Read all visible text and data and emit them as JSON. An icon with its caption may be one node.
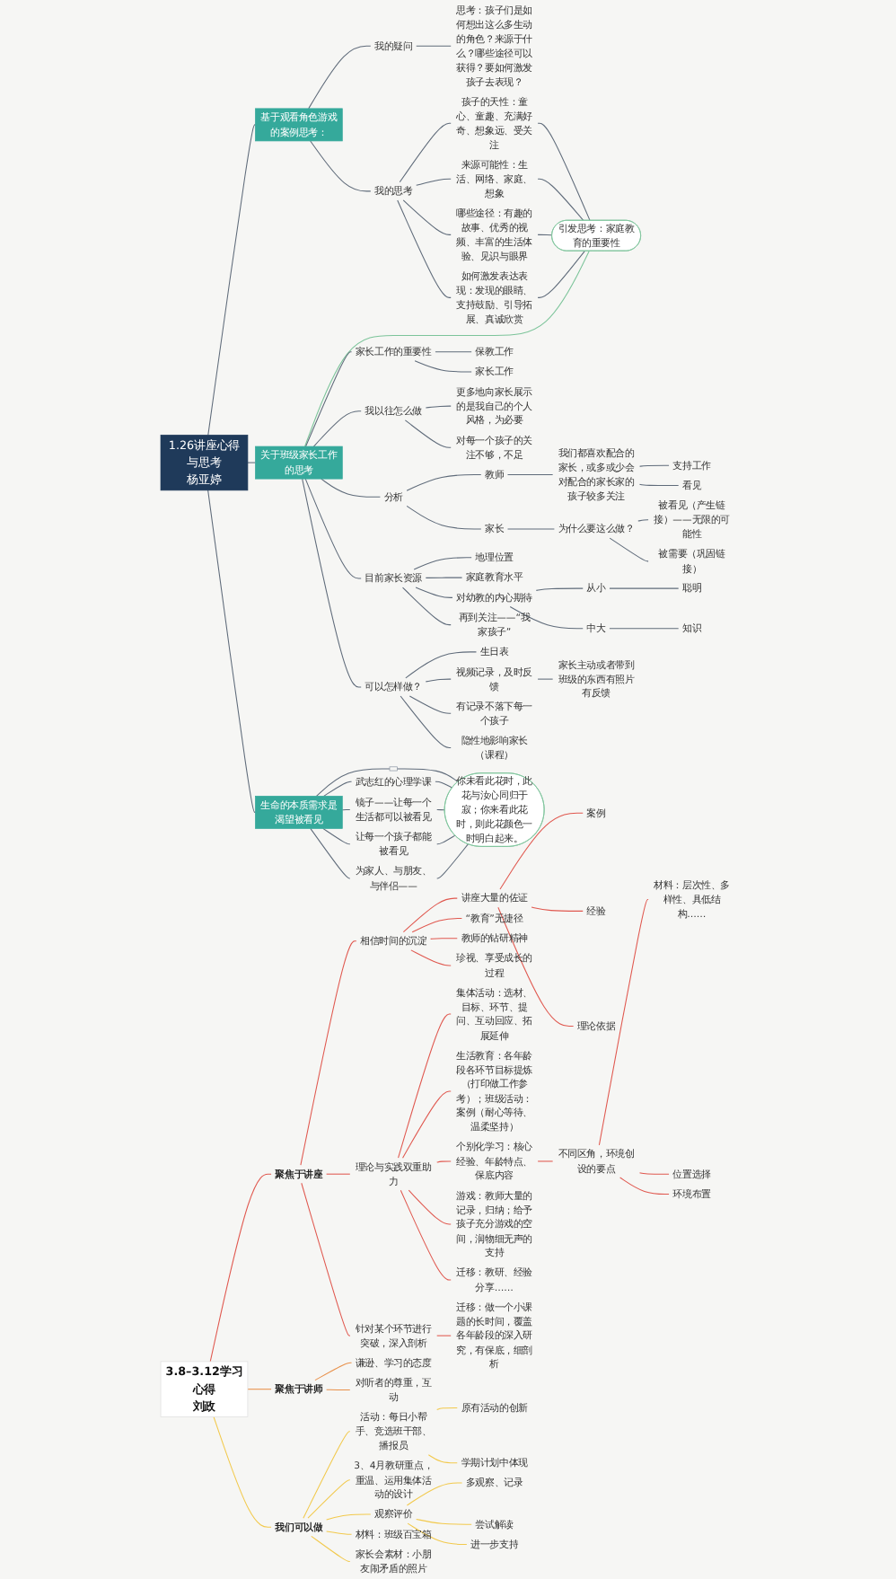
{
  "diagram": {
    "nodes": [
      {
        "text": [
          "1.26讲座心得与思考",
          "杨亚婷"
        ]
      },
      {
        "text": [
          "基于观看角色游戏的案例思考："
        ]
      },
      {
        "text": [
          "我的疑问"
        ]
      },
      {
        "text": [
          "思考：孩子们是如何想出这么多生动的角色？来源于什么？哪些途径可以获得？要如何激发孩子去表现？"
        ]
      },
      {
        "text": [
          "我的思考"
        ]
      },
      {
        "text": [
          "孩子的天性：童心、童趣、充满好奇、想象远、受关注"
        ]
      },
      {
        "text": [
          "来源可能性：生活、网络、家庭、想象"
        ]
      },
      {
        "text": [
          "哪些途径：有趣的故事、优秀的视频、丰富的生活体验、见识与眼界"
        ]
      },
      {
        "text": [
          "如何激发表达表现：发现的眼睛、支持鼓励、引导拓展、真诚欣赏"
        ]
      },
      {
        "text": [
          "引发思考：家庭教育的重要性"
        ]
      },
      {
        "text": [
          "关于班级家长工作的思考"
        ]
      },
      {
        "text": [
          "家长工作的重要性"
        ]
      },
      {
        "text": [
          "保教工作"
        ]
      },
      {
        "text": [
          "家长工作"
        ]
      },
      {
        "text": [
          "我以往怎么做"
        ]
      },
      {
        "text": [
          "更多地向家长展示的是我自己的个人风格，为必要"
        ]
      },
      {
        "text": [
          "对每一个孩子的关注不够，不足"
        ]
      },
      {
        "text": [
          "分析"
        ]
      },
      {
        "text": [
          "教师"
        ]
      },
      {
        "text": [
          "我们都喜欢配合的家长，或多或少会对配合的家长家的孩子较多关注"
        ]
      },
      {
        "text": [
          "支持工作"
        ]
      },
      {
        "text": [
          "看见"
        ]
      },
      {
        "text": [
          "家长"
        ]
      },
      {
        "text": [
          "为什么要这么做？"
        ]
      },
      {
        "text": [
          "被看见（产生链接）——无限的可能性"
        ]
      },
      {
        "text": [
          "被需要（巩固链接）"
        ]
      },
      {
        "text": [
          "目前家长资源"
        ]
      },
      {
        "text": [
          "地理位置"
        ]
      },
      {
        "text": [
          "家庭教育水平"
        ]
      },
      {
        "text": [
          "对幼教的内心期待"
        ]
      },
      {
        "text": [
          "从小"
        ]
      },
      {
        "text": [
          "聪明"
        ]
      },
      {
        "text": [
          "中大"
        ]
      },
      {
        "text": [
          "知识"
        ]
      },
      {
        "text": [
          "再到关注——“我家孩子”"
        ]
      },
      {
        "text": [
          "可以怎样做？"
        ]
      },
      {
        "text": [
          "生日表"
        ]
      },
      {
        "text": [
          "视频记录，及时反馈"
        ]
      },
      {
        "text": [
          "家长主动或者带到班级的东西有照片有反馈"
        ]
      },
      {
        "text": [
          "有记录不落下每一个孩子"
        ]
      },
      {
        "text": [
          "隐性地影响家长（课程）"
        ]
      },
      {
        "text": [
          "生命的本质需求是渴望被看见"
        ]
      },
      {
        "text": [],
        "shape": "box"
      },
      {
        "text": [
          "武志红的心理学课"
        ]
      },
      {
        "text": [
          "镜子——让每一个生活都可以被看见"
        ]
      },
      {
        "text": [
          "让每一个孩子都能被看见"
        ]
      },
      {
        "text": [
          "为家人、与朋友、与伴侣——"
        ]
      },
      {
        "text": [
          "你未看此花时，此花与汝心同归于寂；你来看此花时，则此花颜色一时明白起来。"
        ]
      },
      {
        "text": [
          "3.8–3.12学习心得",
          "刘政"
        ]
      },
      {
        "text": [
          "聚焦于讲座"
        ]
      },
      {
        "text": [
          "相信时间的沉淀"
        ]
      },
      {
        "text": [
          "讲座大量的佐证"
        ]
      },
      {
        "text": [
          "案例"
        ]
      },
      {
        "text": [
          "经验"
        ]
      },
      {
        "text": [
          "理论依据"
        ]
      },
      {
        "text": [
          "“教育”无捷径"
        ]
      },
      {
        "text": [
          "教师的钻研精神"
        ]
      },
      {
        "text": [
          "珍视、享受成长的过程"
        ]
      },
      {
        "text": [
          "理论与实践双重助力"
        ]
      },
      {
        "text": [
          "集体活动：选材、目标、环节、提问、互动回应、拓展延伸"
        ]
      },
      {
        "text": [
          "生活教育：各年龄段各环节目标提炼（打印做工作参考）；班级活动：案例（耐心等待、温柔坚持）"
        ]
      },
      {
        "text": [
          "个别化学习：核心经验、年龄特点、保底内容"
        ]
      },
      {
        "text": [
          "不同区角，环境创设的要点"
        ]
      },
      {
        "text": [
          "材料：层次性、多样性、具低结构……"
        ]
      },
      {
        "text": [
          "位置选择"
        ]
      },
      {
        "text": [
          "环境布置"
        ]
      },
      {
        "text": [
          "游戏：教师大量的记录，归纳；给予孩子充分游戏的空间，润物细无声的支持"
        ]
      },
      {
        "text": [
          "迁移：教研、经验分享……"
        ]
      },
      {
        "text": [
          "针对某个环节进行突破，深入剖析"
        ]
      },
      {
        "text": [
          "迁移：做一个小课题的长时间，覆盖各年龄段的深入研究，有保底，细剖析"
        ]
      },
      {
        "text": [
          "聚焦于讲师"
        ]
      },
      {
        "text": [
          "谦逊、学习的态度"
        ]
      },
      {
        "text": [
          "对听者的尊重，互动"
        ]
      },
      {
        "text": [
          "我们可以做"
        ]
      },
      {
        "text": [
          "活动：每日小帮手、竞选班干部、播报员"
        ]
      },
      {
        "text": [
          "原有活动的创新"
        ]
      },
      {
        "text": [
          "学期计划中体现"
        ]
      },
      {
        "text": [
          "3、4月教研重点，重温、运用集体活动的设计"
        ]
      },
      {
        "text": [
          "观察评价"
        ]
      },
      {
        "text": [
          "多观察、记录"
        ]
      },
      {
        "text": [
          "尝试解读"
        ]
      },
      {
        "text": [
          "进一步支持"
        ]
      },
      {
        "text": [
          "材料：班级百宝箱"
        ]
      },
      {
        "text": [
          "家长会素材：小朋友闹矛盾的照片"
        ]
      }
    ],
    "edges": [
      {
        "from": 0,
        "to": 1,
        "arrow": "none"
      },
      {
        "from": 1,
        "to": 2,
        "arrow": "none"
      },
      {
        "from": 2,
        "to": 3,
        "arrow": "none"
      },
      {
        "from": 1,
        "to": 4,
        "arrow": "none"
      },
      {
        "from": 4,
        "to": 5,
        "arrow": "none"
      },
      {
        "from": 4,
        "to": 6,
        "arrow": "none"
      },
      {
        "from": 4,
        "to": 7,
        "arrow": "none"
      },
      {
        "from": 4,
        "to": 8,
        "arrow": "none"
      },
      {
        "from": 5,
        "to": 9,
        "arrow": "none"
      },
      {
        "from": 6,
        "to": 9,
        "arrow": "none"
      },
      {
        "from": 7,
        "to": 9,
        "arrow": "none"
      },
      {
        "from": 8,
        "to": 9,
        "arrow": "none"
      },
      {
        "from": 0,
        "to": 10,
        "arrow": "none"
      },
      {
        "from": 10,
        "to": 9,
        "arrow": "none",
        "color": "#7cc49a"
      },
      {
        "from": 10,
        "to": 11,
        "arrow": "none"
      },
      {
        "from": 11,
        "to": 12,
        "arrow": "none"
      },
      {
        "from": 11,
        "to": 13,
        "arrow": "none"
      },
      {
        "from": 10,
        "to": 14,
        "arrow": "none"
      },
      {
        "from": 14,
        "to": 15,
        "arrow": "none"
      },
      {
        "from": 14,
        "to": 16,
        "arrow": "none"
      },
      {
        "from": 10,
        "to": 17,
        "arrow": "none"
      },
      {
        "from": 17,
        "to": 18,
        "arrow": "none"
      },
      {
        "from": 18,
        "to": 19,
        "arrow": "none"
      },
      {
        "from": 19,
        "to": 20,
        "arrow": "none"
      },
      {
        "from": 19,
        "to": 21,
        "arrow": "none"
      },
      {
        "from": 17,
        "to": 22,
        "arrow": "none"
      },
      {
        "from": 22,
        "to": 23,
        "arrow": "none"
      },
      {
        "from": 23,
        "to": 24,
        "arrow": "none"
      },
      {
        "from": 23,
        "to": 25,
        "arrow": "none"
      },
      {
        "from": 10,
        "to": 26,
        "arrow": "none"
      },
      {
        "from": 26,
        "to": 27,
        "arrow": "none"
      },
      {
        "from": 26,
        "to": 28,
        "arrow": "none"
      },
      {
        "from": 26,
        "to": 29,
        "arrow": "none"
      },
      {
        "from": 29,
        "to": 30,
        "arrow": "none"
      },
      {
        "from": 30,
        "to": 31,
        "arrow": "none"
      },
      {
        "from": 29,
        "to": 32,
        "arrow": "none"
      },
      {
        "from": 32,
        "to": 33,
        "arrow": "none"
      },
      {
        "from": 26,
        "to": 34,
        "arrow": "none"
      },
      {
        "from": 10,
        "to": 35,
        "arrow": "none"
      },
      {
        "from": 35,
        "to": 36,
        "arrow": "none"
      },
      {
        "from": 35,
        "to": 37,
        "arrow": "none"
      },
      {
        "from": 37,
        "to": 38,
        "arrow": "none"
      },
      {
        "from": 35,
        "to": 39,
        "arrow": "none"
      },
      {
        "from": 35,
        "to": 40,
        "arrow": "none"
      },
      {
        "from": 0,
        "to": 41,
        "arrow": "none"
      },
      {
        "from": 41,
        "to": 42,
        "arrow": "none"
      },
      {
        "from": 41,
        "to": 43,
        "arrow": "none"
      },
      {
        "from": 41,
        "to": 44,
        "arrow": "none"
      },
      {
        "from": 41,
        "to": 45,
        "arrow": "none"
      },
      {
        "from": 41,
        "to": 46,
        "arrow": "none"
      },
      {
        "from": 42,
        "to": 47,
        "arrow": "none"
      },
      {
        "from": 43,
        "to": 47,
        "arrow": "none"
      },
      {
        "from": 44,
        "to": 47,
        "arrow": "none"
      },
      {
        "from": 45,
        "to": 47,
        "arrow": "none"
      },
      {
        "from": 46,
        "to": 47,
        "arrow": "none"
      },
      {
        "from": 48,
        "to": 49,
        "arrow": "none",
        "color": "#e0584f"
      },
      {
        "from": 49,
        "to": 50,
        "arrow": "none",
        "color": "#e0584f"
      },
      {
        "from": 50,
        "to": 51,
        "arrow": "none",
        "color": "#e0584f"
      },
      {
        "from": 51,
        "to": 52,
        "arrow": "none",
        "color": "#e0584f"
      },
      {
        "from": 51,
        "to": 53,
        "arrow": "none",
        "color": "#e0584f"
      },
      {
        "from": 51,
        "to": 54,
        "arrow": "none",
        "color": "#e0584f"
      },
      {
        "from": 50,
        "to": 55,
        "arrow": "none",
        "color": "#e0584f"
      },
      {
        "from": 50,
        "to": 56,
        "arrow": "none",
        "color": "#e0584f"
      },
      {
        "from": 50,
        "to": 57,
        "arrow": "none",
        "color": "#e0584f"
      },
      {
        "from": 49,
        "to": 58,
        "arrow": "none",
        "color": "#e0584f"
      },
      {
        "from": 58,
        "to": 59,
        "arrow": "none",
        "color": "#e0584f"
      },
      {
        "from": 58,
        "to": 60,
        "arrow": "none",
        "color": "#e0584f"
      },
      {
        "from": 58,
        "to": 61,
        "arrow": "none",
        "color": "#e0584f"
      },
      {
        "from": 61,
        "to": 62,
        "arrow": "none",
        "color": "#e0584f"
      },
      {
        "from": 62,
        "to": 63,
        "arrow": "none",
        "color": "#e0584f"
      },
      {
        "from": 62,
        "to": 64,
        "arrow": "none",
        "color": "#e0584f"
      },
      {
        "from": 62,
        "to": 65,
        "arrow": "none",
        "color": "#e0584f"
      },
      {
        "from": 58,
        "to": 66,
        "arrow": "none",
        "color": "#e0584f"
      },
      {
        "from": 58,
        "to": 67,
        "arrow": "none",
        "color": "#e0584f"
      },
      {
        "from": 49,
        "to": 68,
        "arrow": "none",
        "color": "#e0584f"
      },
      {
        "from": 68,
        "to": 69,
        "arrow": "none",
        "color": "#e0584f"
      },
      {
        "from": 48,
        "to": 70,
        "arrow": "none",
        "color": "#e8904a"
      },
      {
        "from": 70,
        "to": 71,
        "arrow": "none",
        "color": "#e8904a"
      },
      {
        "from": 70,
        "to": 72,
        "arrow": "none",
        "color": "#e8904a"
      },
      {
        "from": 48,
        "to": 73,
        "arrow": "none",
        "color": "#f2c94c"
      },
      {
        "from": 73,
        "to": 74,
        "arrow": "none",
        "color": "#f2c94c"
      },
      {
        "from": 74,
        "to": 75,
        "arrow": "none",
        "color": "#f2c94c"
      },
      {
        "from": 74,
        "to": 76,
        "arrow": "none",
        "color": "#f2c94c"
      },
      {
        "from": 73,
        "to": 77,
        "arrow": "none",
        "color": "#f2c94c"
      },
      {
        "from": 73,
        "to": 78,
        "arrow": "none",
        "color": "#f2c94c"
      },
      {
        "from": 78,
        "to": 79,
        "arrow": "none",
        "color": "#f2c94c"
      },
      {
        "from": 78,
        "to": 80,
        "arrow": "none",
        "color": "#f2c94c"
      },
      {
        "from": 78,
        "to": 81,
        "arrow": "none",
        "color": "#f2c94c"
      },
      {
        "from": 73,
        "to": 82,
        "arrow": "none",
        "color": "#f2c94c"
      },
      {
        "from": 73,
        "to": 83,
        "arrow": "none",
        "color": "#f2c94c"
      }
    ]
  }
}
